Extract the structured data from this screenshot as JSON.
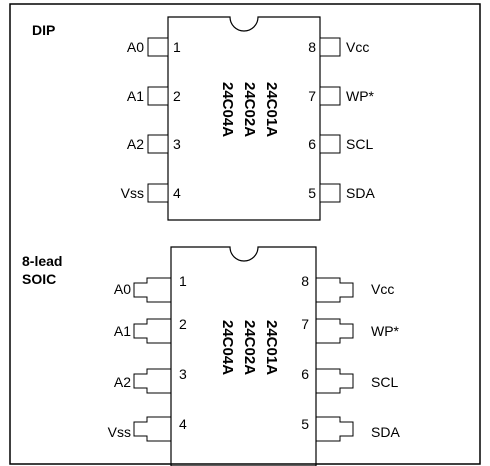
{
  "dip": {
    "label": "DIP",
    "left_pins": [
      {
        "name": "A0",
        "number": "1"
      },
      {
        "name": "A1",
        "number": "2"
      },
      {
        "name": "A2",
        "number": "3"
      },
      {
        "name": "Vss",
        "number": "4"
      }
    ],
    "right_pins": [
      {
        "name": "Vcc",
        "number": "8"
      },
      {
        "name": "WP*",
        "number": "7"
      },
      {
        "name": "SCL",
        "number": "6"
      },
      {
        "name": "SDA",
        "number": "5"
      }
    ],
    "part_numbers": [
      "24C01A",
      "24C02A",
      "24C04A"
    ]
  },
  "soic": {
    "label_line1": "8-lead",
    "label_line2": "SOIC",
    "left_pins": [
      {
        "name": "A0",
        "number": "1"
      },
      {
        "name": "A1",
        "number": "2"
      },
      {
        "name": "A2",
        "number": "3"
      },
      {
        "name": "Vss",
        "number": "4"
      }
    ],
    "right_pins": [
      {
        "name": "Vcc",
        "number": "8"
      },
      {
        "name": "WP*",
        "number": "7"
      },
      {
        "name": "SCL",
        "number": "6"
      },
      {
        "name": "SDA",
        "number": "5"
      }
    ],
    "part_numbers": [
      "24C01A",
      "24C02A",
      "24C04A"
    ]
  }
}
